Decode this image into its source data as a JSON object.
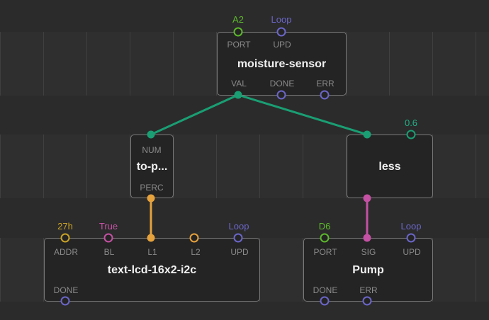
{
  "colors": {
    "green": "#1a9e73",
    "green_light": "#5cb82c",
    "purple": "#6b66c8",
    "orange": "#e6a23c",
    "magenta": "#c451a3",
    "olive": "#c9a227",
    "teal_value": "#1fb386"
  },
  "nodes": {
    "moisture_sensor": {
      "title": "moisture-sensor",
      "inputs": [
        {
          "label": "PORT",
          "value": "A2",
          "value_color": "green_light"
        },
        {
          "label": "UPD",
          "value": "Loop",
          "value_color": "purple"
        }
      ],
      "outputs": [
        {
          "label": "VAL"
        },
        {
          "label": "DONE"
        },
        {
          "label": "ERR"
        }
      ]
    },
    "to_percent": {
      "title": "to-p...",
      "inputs": [
        {
          "label": "NUM"
        }
      ],
      "outputs": [
        {
          "label": "PERC"
        }
      ]
    },
    "less": {
      "title": "less",
      "inputs": [
        {
          "value": "0.6",
          "value_color": "teal_value"
        }
      ]
    },
    "text_lcd": {
      "title": "text-lcd-16x2-i2c",
      "inputs": [
        {
          "label": "ADDR",
          "value": "27h",
          "value_color": "olive"
        },
        {
          "label": "BL",
          "value": "True",
          "value_color": "magenta"
        },
        {
          "label": "L1"
        },
        {
          "label": "L2"
        },
        {
          "label": "UPD",
          "value": "Loop",
          "value_color": "purple"
        }
      ],
      "outputs": [
        {
          "label": "DONE"
        }
      ]
    },
    "pump": {
      "title": "Pump",
      "inputs": [
        {
          "label": "PORT",
          "value": "D6",
          "value_color": "green_light"
        },
        {
          "label": "SIG"
        },
        {
          "label": "UPD",
          "value": "Loop",
          "value_color": "purple"
        }
      ],
      "outputs": [
        {
          "label": "DONE"
        },
        {
          "label": "ERR"
        }
      ]
    }
  }
}
